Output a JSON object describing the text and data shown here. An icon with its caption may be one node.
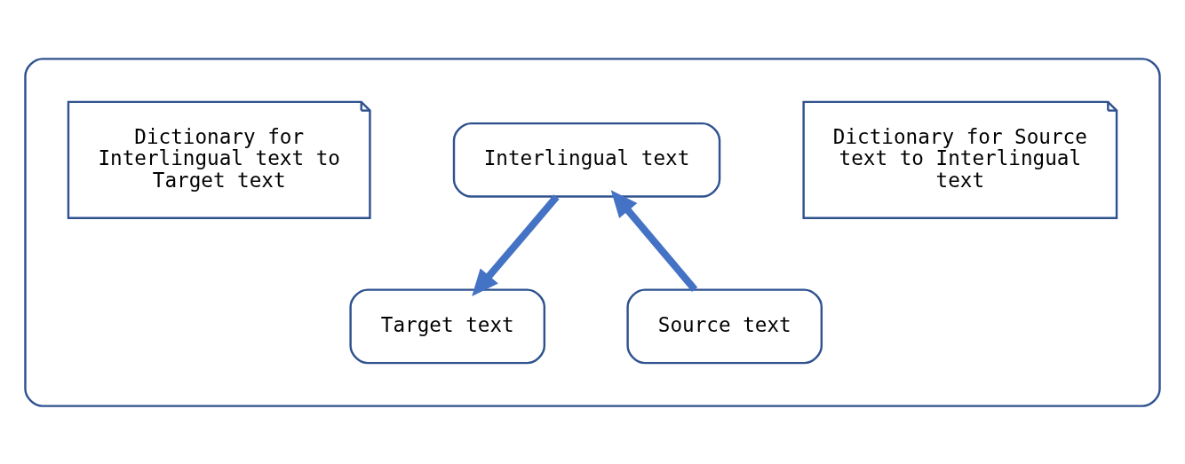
{
  "diagram": {
    "nodes": [
      {
        "text": [],
        "shape": "box"
      },
      {
        "text": [
          "Interlingual text"
        ],
        "in": 0
      },
      {
        "text": [
          "Dictionary for Source text to Interlingual text"
        ],
        "in": 0
      },
      {
        "text": [
          "Dictionary for Interlingual text to Target text"
        ],
        "in": 0
      },
      {
        "text": [
          "Source text"
        ],
        "in": 0
      },
      {
        "text": [
          "Target text"
        ],
        "in": 0
      }
    ],
    "edges": [
      {
        "from": 4,
        "to": 1,
        "arrow": "to"
      },
      {
        "from": 1,
        "to": 5,
        "arrow": "to"
      }
    ]
  }
}
